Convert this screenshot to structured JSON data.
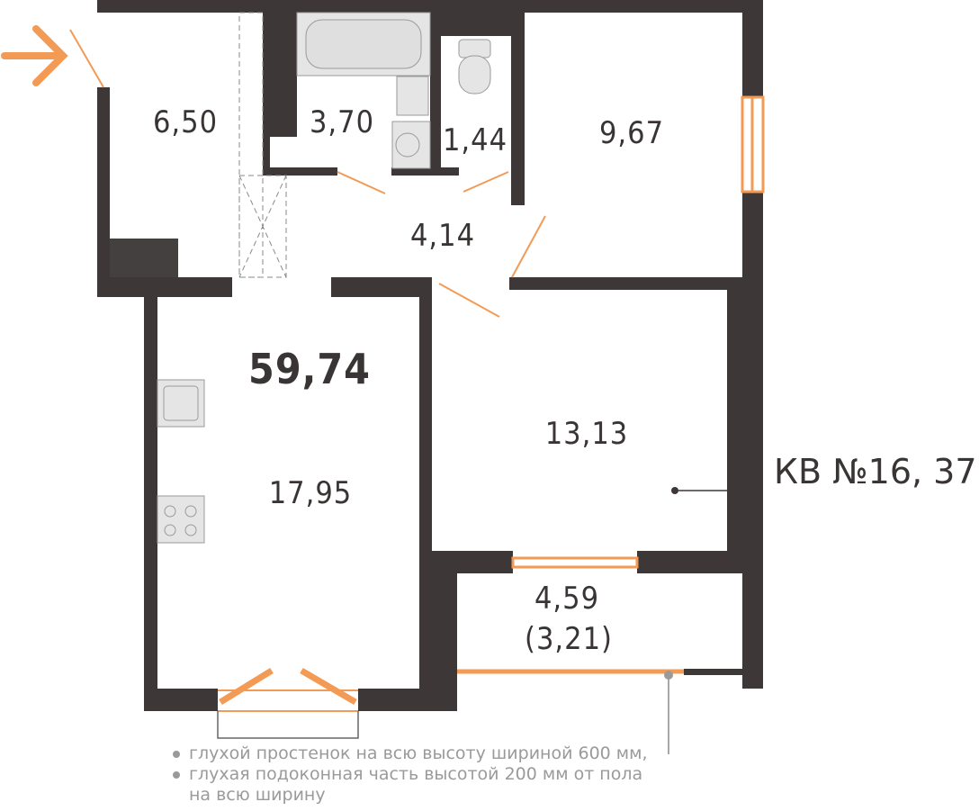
{
  "plan": {
    "total_area": "59,74",
    "apartment_label": "КВ №16, 37",
    "rooms": [
      {
        "name": "hallway",
        "area": "6,50"
      },
      {
        "name": "bathroom",
        "area": "3,70"
      },
      {
        "name": "toilet",
        "area": "1,44"
      },
      {
        "name": "corridor",
        "area": "4,14"
      },
      {
        "name": "bedroom-small",
        "area": "9,67"
      },
      {
        "name": "bedroom",
        "area": "13,13"
      },
      {
        "name": "kitchen-living",
        "area": "17,95"
      },
      {
        "name": "loggia",
        "area": "4,59",
        "area_reduced": "(3,21)"
      }
    ],
    "notes": [
      "глухой простенок на всю высоту шириной 600 мм,",
      "глухая подоконная часть высотой 200 мм от пола",
      "на всю ширину"
    ],
    "colors": {
      "wall": "#3d3837",
      "accent": "#f39a55",
      "text": "#3a3535",
      "note": "#9a9a9a"
    }
  }
}
